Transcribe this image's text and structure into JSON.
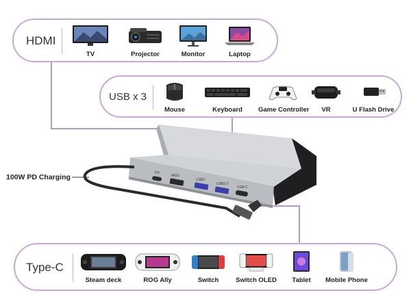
{
  "hdmi": {
    "label": "HDMI",
    "devices": [
      {
        "name": "TV",
        "icon": "tv-icon"
      },
      {
        "name": "Projector",
        "icon": "projector-icon"
      },
      {
        "name": "Monitor",
        "icon": "monitor-icon"
      },
      {
        "name": "Laptop",
        "icon": "laptop-icon"
      }
    ]
  },
  "usb": {
    "label": "USB x 3",
    "devices": [
      {
        "name": "Mouse",
        "icon": "mouse-icon"
      },
      {
        "name": "Keyboard",
        "icon": "keyboard-icon"
      },
      {
        "name": "Game Controller",
        "icon": "game-controller-icon"
      },
      {
        "name": "VR",
        "icon": "vr-headset-icon"
      },
      {
        "name": "U Flash Drive",
        "icon": "usb-flash-drive-icon"
      }
    ]
  },
  "typec": {
    "label": "Type-C",
    "devices": [
      {
        "name": "Steam deck",
        "icon": "steam-deck-icon"
      },
      {
        "name": "ROG Ally",
        "icon": "rog-ally-icon"
      },
      {
        "name": "Switch",
        "icon": "switch-icon"
      },
      {
        "name": "Switch OLED",
        "icon": "switch-oled-icon"
      },
      {
        "name": "Tablet",
        "icon": "tablet-icon"
      },
      {
        "name": "Mobile Phone",
        "icon": "mobile-phone-icon"
      }
    ]
  },
  "hub": {
    "charging_label": "100W PD Charging",
    "ports": {
      "pd": "PD",
      "hdmi": "4K60",
      "usb1": "USB3",
      "usb2": "USB2.0",
      "usbc": "USB-C"
    }
  },
  "colors": {
    "accent": "#c9a7d8",
    "connector": "#b896c9",
    "hub_body": "#c7cace"
  }
}
